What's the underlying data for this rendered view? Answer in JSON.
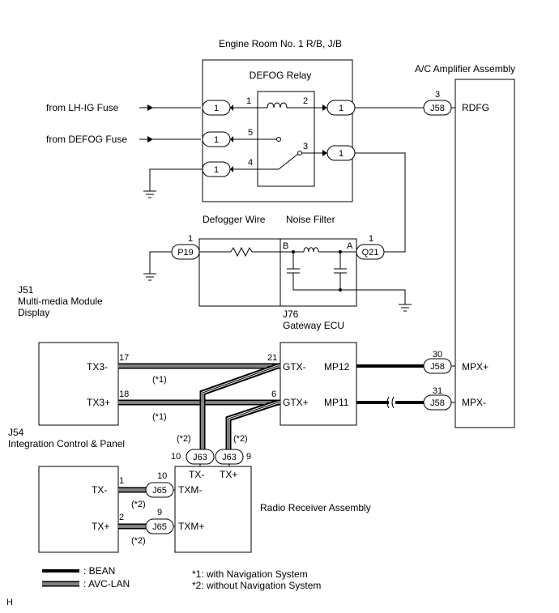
{
  "labels": {
    "relay_block": "Engine Room No. 1 R/B, J/B",
    "defog_relay": "DEFOG Relay",
    "ac_amp": "A/C Amplifier Assembly",
    "from_lhig": "from LH-IG Fuse",
    "from_defog": "from DEFOG Fuse",
    "defogger_wire": "Defogger Wire",
    "noise_filter": "Noise Filter",
    "j51": "J51",
    "mm_display_1": "Multi-media Module",
    "mm_display_2": "Display",
    "j76": "J76",
    "gateway": "Gateway ECU",
    "j54": "J54",
    "integration": "Integration Control & Panel",
    "radio": "Radio Receiver Assembly",
    "rdfg": "RDFG",
    "mpx_plus": "MPX+",
    "mpx_minus": "MPX-",
    "tx3_minus": "TX3-",
    "tx3_plus": "TX3+",
    "gtx_minus": "GTX-",
    "gtx_plus": "GTX+",
    "mp12": "MP12",
    "mp11": "MP11",
    "tx_minus": "TX-",
    "tx_plus": "TX+",
    "txm_minus": "TXM-",
    "txm_plus": "TXM+",
    "nf_b": "B",
    "nf_a": "A",
    "star1": "(*1)",
    "star2": "(*2)",
    "corner": "H"
  },
  "connectors": {
    "c1": "1",
    "j58": "J58",
    "p19": "P19",
    "q21": "Q21",
    "j63": "J63",
    "j65": "J65"
  },
  "pins": {
    "p1": "1",
    "p2": "2",
    "p3": "3",
    "p4": "4",
    "p5": "5",
    "p6": "6",
    "p9": "9",
    "p10": "10",
    "p17": "17",
    "p18": "18",
    "p21": "21",
    "p30": "30",
    "p31": "31"
  },
  "legend": {
    "bean": ": BEAN",
    "avc": ": AVC-LAN",
    "note1": "*1: with Navigation System",
    "note2": "*2: without Navigation System"
  }
}
